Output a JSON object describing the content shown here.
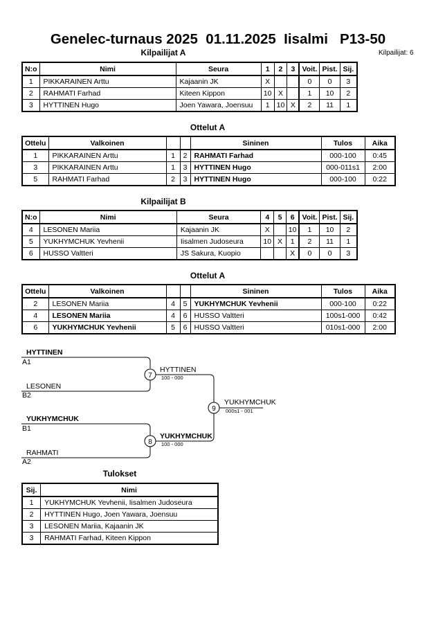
{
  "title": "Genelec-turnaus 2025  01.11.2025  Iisalmi   P13-50",
  "competitor_count": "Kilpailijat: 6",
  "pool_a": {
    "heading": "Kilpailijat A",
    "headers": {
      "no": "N:o",
      "name": "Nimi",
      "club": "Seura",
      "c1": "1",
      "c2": "2",
      "c3": "3",
      "wins": "Voit.",
      "points": "Pist.",
      "place": "Sij."
    },
    "rows": [
      {
        "no": "1",
        "name": "PIKKARAINEN Arttu",
        "club": "Kajaanin JK",
        "r1": "X",
        "r2": "",
        "r3": "",
        "wins": "0",
        "points": "0",
        "place": "3"
      },
      {
        "no": "2",
        "name": "RAHMATI Farhad",
        "club": "Kiteen Kippon",
        "r1": "10",
        "r2": "X",
        "r3": "",
        "wins": "1",
        "points": "10",
        "place": "2"
      },
      {
        "no": "3",
        "name": "HYTTINEN Hugo",
        "club": "Joen Yawara, Joensuu",
        "r1": "1",
        "r2": "10",
        "r3": "X",
        "wins": "2",
        "points": "11",
        "place": "1"
      }
    ]
  },
  "matches_a": {
    "heading": "Ottelut A",
    "headers": {
      "match": "Ottelu",
      "white": "Valkoinen",
      "blue": "Sininen",
      "result": "Tulos",
      "time": "Aika"
    },
    "rows": [
      {
        "match": "1",
        "white": "PIKKARAINEN Arttu",
        "wn": "1",
        "bn": "2",
        "blue": "RAHMATI Farhad",
        "result": "000-100",
        "time": "0:45",
        "winner": "blue"
      },
      {
        "match": "3",
        "white": "PIKKARAINEN Arttu",
        "wn": "1",
        "bn": "3",
        "blue": "HYTTINEN Hugo",
        "result": "000-011s1",
        "time": "2:00",
        "winner": "blue"
      },
      {
        "match": "5",
        "white": "RAHMATI Farhad",
        "wn": "2",
        "bn": "3",
        "blue": "HYTTINEN Hugo",
        "result": "000-100",
        "time": "0:22",
        "winner": "blue"
      }
    ]
  },
  "pool_b": {
    "heading": "Kilpailijat B",
    "headers": {
      "no": "N:o",
      "name": "Nimi",
      "club": "Seura",
      "c1": "4",
      "c2": "5",
      "c3": "6",
      "wins": "Voit.",
      "points": "Pist.",
      "place": "Sij."
    },
    "rows": [
      {
        "no": "4",
        "name": "LESONEN Mariia",
        "club": "Kajaanin JK",
        "r1": "X",
        "r2": "",
        "r3": "10",
        "wins": "1",
        "points": "10",
        "place": "2"
      },
      {
        "no": "5",
        "name": "YUKHYMCHUK Yevhenii",
        "club": "Iisalmen Judoseura",
        "r1": "10",
        "r2": "X",
        "r3": "1",
        "wins": "2",
        "points": "11",
        "place": "1"
      },
      {
        "no": "6",
        "name": "HUSSO Valtteri",
        "club": "JS Sakura, Kuopio",
        "r1": "",
        "r2": "",
        "r3": "X",
        "wins": "0",
        "points": "0",
        "place": "3"
      }
    ]
  },
  "matches_b": {
    "heading": "Ottelut A",
    "headers": {
      "match": "Ottelu",
      "white": "Valkoinen",
      "blue": "Sininen",
      "result": "Tulos",
      "time": "Aika"
    },
    "rows": [
      {
        "match": "2",
        "white": "LESONEN Mariia",
        "wn": "4",
        "bn": "5",
        "blue": "YUKHYMCHUK Yevhenii",
        "result": "000-100",
        "time": "0:22",
        "winner": "blue"
      },
      {
        "match": "4",
        "white": "LESONEN Mariia",
        "wn": "4",
        "bn": "6",
        "blue": "HUSSO Valtteri",
        "result": "100s1-000",
        "time": "0:42",
        "winner": "white"
      },
      {
        "match": "6",
        "white": "YUKHYMCHUK Yevhenii",
        "wn": "5",
        "bn": "6",
        "blue": "HUSSO Valtteri",
        "result": "010s1-000",
        "time": "2:00",
        "winner": "white"
      }
    ]
  },
  "bracket": {
    "sf1_top_name": "HYTTINEN",
    "sf1_top_seed": "A1",
    "sf1_bot_name": "LESONEN",
    "sf1_bot_seed": "B2",
    "sf2_top_name": "YUKHYMCHUK",
    "sf2_top_seed": "B1",
    "sf2_bot_name": "RAHMATI",
    "sf2_bot_seed": "A2",
    "m7_number": "7",
    "m7_winner": "HYTTINEN",
    "m7_score": "100 - 000",
    "m8_number": "8",
    "m8_winner": "YUKHYMCHUK",
    "m8_score": "100 - 000",
    "m9_number": "9",
    "m9_winner": "YUKHYMCHUK",
    "m9_score": "000s1 - 001"
  },
  "results": {
    "heading": "Tulokset",
    "headers": {
      "place": "Sij.",
      "name": "Nimi"
    },
    "rows": [
      {
        "place": "1",
        "name": "YUKHYMCHUK Yevhenii, Iisalmen Judoseura"
      },
      {
        "place": "2",
        "name": "HYTTINEN Hugo, Joen Yawara, Joensuu"
      },
      {
        "place": "3",
        "name": "LESONEN Mariia, Kajaanin JK"
      },
      {
        "place": "3",
        "name": "RAHMATI Farhad, Kiteen Kippon"
      }
    ]
  }
}
